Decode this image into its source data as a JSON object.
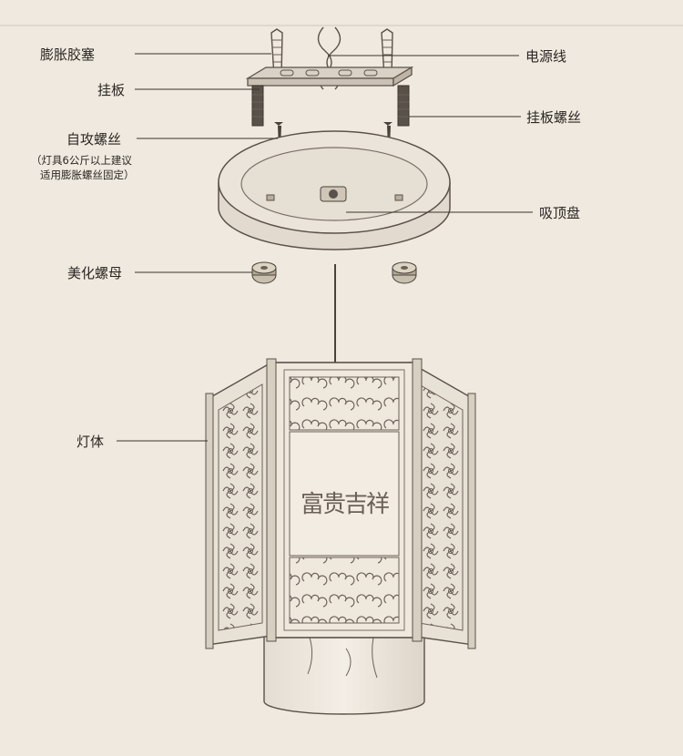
{
  "labels": {
    "expansion_plug": "膨胀胶塞",
    "hanging_plate": "挂板",
    "self_tapping_screw": "自攻螺丝",
    "note_line1": "（灯具6公斤以上建议",
    "note_line2": "适用膨胀螺丝固定）",
    "power_cord": "电源线",
    "plate_screw": "挂板螺丝",
    "ceiling_canopy": "吸顶盘",
    "decorative_nut": "美化螺母",
    "lamp_body": "灯体"
  },
  "lamp_motif": "富贵吉祥",
  "colors": {
    "background": "#efe9df",
    "line": "#3a342e",
    "ink": "#5b5249"
  }
}
